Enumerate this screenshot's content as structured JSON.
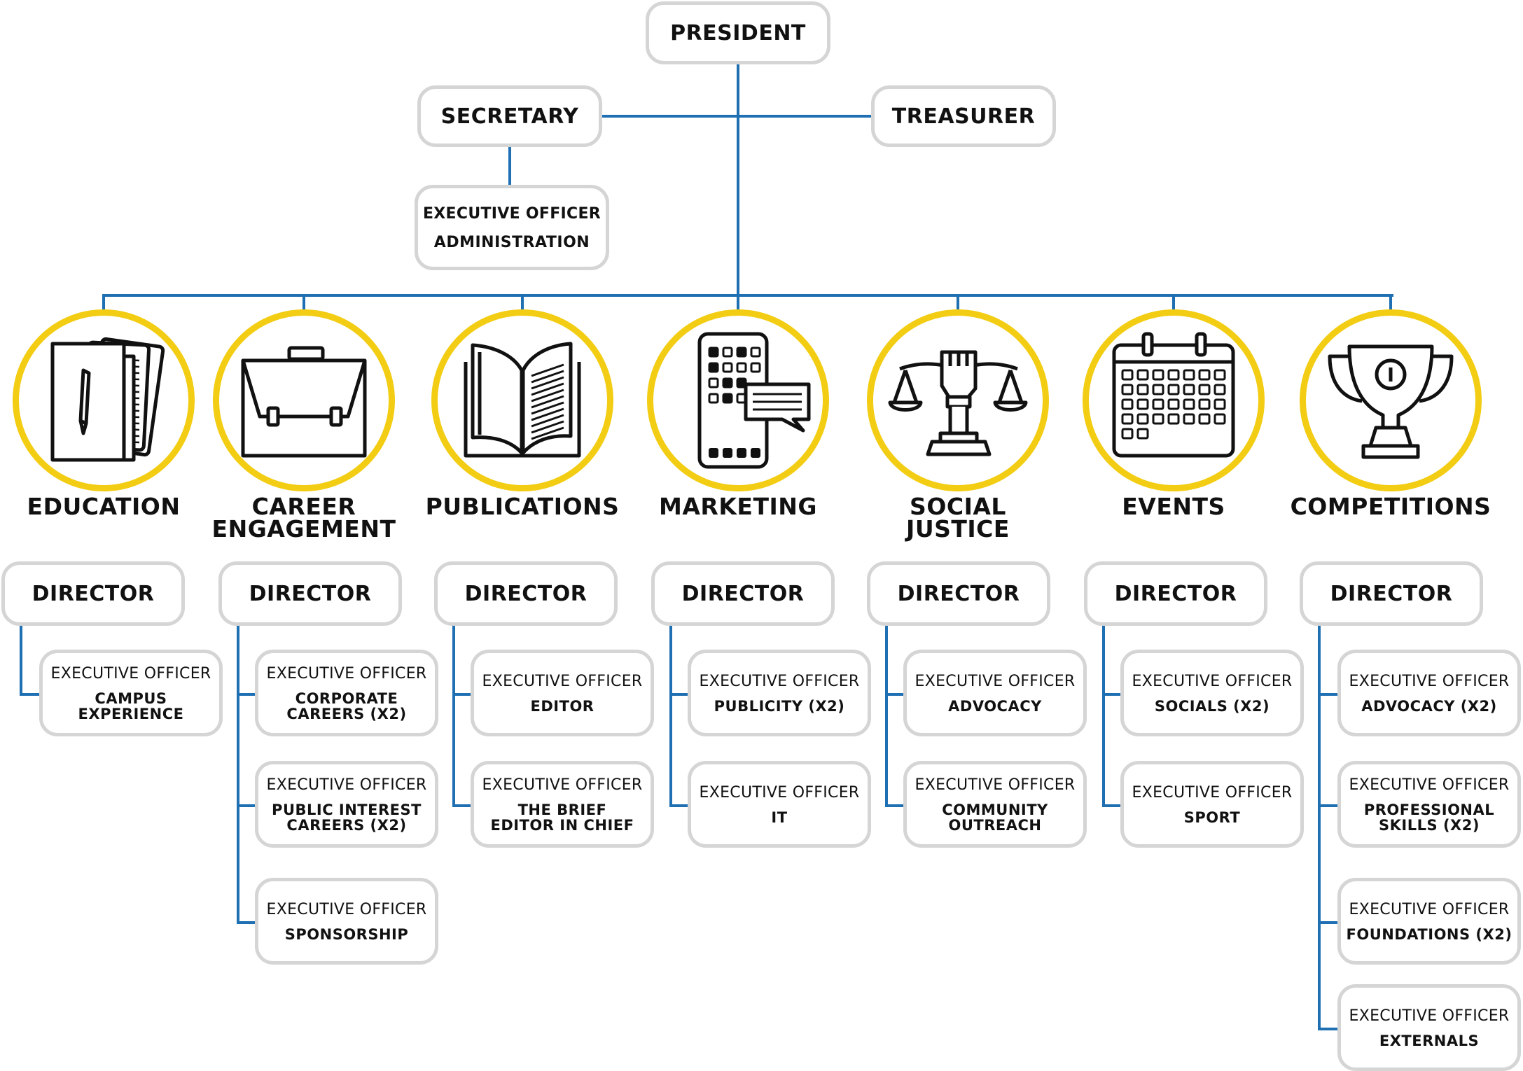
{
  "colors": {
    "connector": "#1f6fb3",
    "circle_border": "#f2cd13",
    "box_border": "#d5d5d5"
  },
  "top": {
    "president": "PRESIDENT",
    "secretary": "SECRETARY",
    "treasurer": "TREASURER",
    "admin": {
      "line1": "EXECUTIVE OFFICER",
      "line2": "ADMINISTRATION"
    }
  },
  "departments": [
    {
      "title": "EDUCATION",
      "icon": "folder-documents-icon",
      "director": "DIRECTOR",
      "officers": [
        {
          "heading": "EXECUTIVE OFFICER",
          "role": "CAMPUS\nEXPERIENCE"
        }
      ]
    },
    {
      "title": "CAREER\nENGAGEMENT",
      "icon": "briefcase-icon",
      "director": "DIRECTOR",
      "officers": [
        {
          "heading": "EXECUTIVE OFFICER",
          "role": "CORPORATE\nCAREERS (X2)"
        },
        {
          "heading": "EXECUTIVE OFFICER",
          "role": "PUBLIC INTEREST\nCAREERS (X2)"
        },
        {
          "heading": "EXECUTIVE OFFICER",
          "role": "SPONSORSHIP"
        }
      ]
    },
    {
      "title": "PUBLICATIONS",
      "icon": "open-book-icon",
      "director": "DIRECTOR",
      "officers": [
        {
          "heading": "EXECUTIVE OFFICER",
          "role": "EDITOR"
        },
        {
          "heading": "EXECUTIVE OFFICER",
          "role": "THE BRIEF\nEDITOR IN CHIEF"
        }
      ]
    },
    {
      "title": "MARKETING",
      "icon": "phone-chat-icon",
      "director": "DIRECTOR",
      "officers": [
        {
          "heading": "EXECUTIVE OFFICER",
          "role": "PUBLICITY (X2)"
        },
        {
          "heading": "EXECUTIVE OFFICER",
          "role": "IT"
        }
      ]
    },
    {
      "title": "SOCIAL\nJUSTICE",
      "icon": "scales-fist-icon",
      "director": "DIRECTOR",
      "officers": [
        {
          "heading": "EXECUTIVE OFFICER",
          "role": "ADVOCACY"
        },
        {
          "heading": "EXECUTIVE OFFICER",
          "role": "COMMUNITY\nOUTREACH"
        }
      ]
    },
    {
      "title": "EVENTS",
      "icon": "calendar-icon",
      "director": "DIRECTOR",
      "officers": [
        {
          "heading": "EXECUTIVE OFFICER",
          "role": "SOCIALS (X2)"
        },
        {
          "heading": "EXECUTIVE OFFICER",
          "role": "SPORT"
        }
      ]
    },
    {
      "title": "COMPETITIONS",
      "icon": "trophy-icon",
      "director": "DIRECTOR",
      "officers": [
        {
          "heading": "EXECUTIVE OFFICER",
          "role": "ADVOCACY (X2)"
        },
        {
          "heading": "EXECUTIVE OFFICER",
          "role": "PROFESSIONAL\nSKILLS (X2)"
        },
        {
          "heading": "EXECUTIVE OFFICER",
          "role": "FOUNDATIONS (X2)"
        },
        {
          "heading": "EXECUTIVE OFFICER",
          "role": "EXTERNALS"
        }
      ]
    }
  ]
}
